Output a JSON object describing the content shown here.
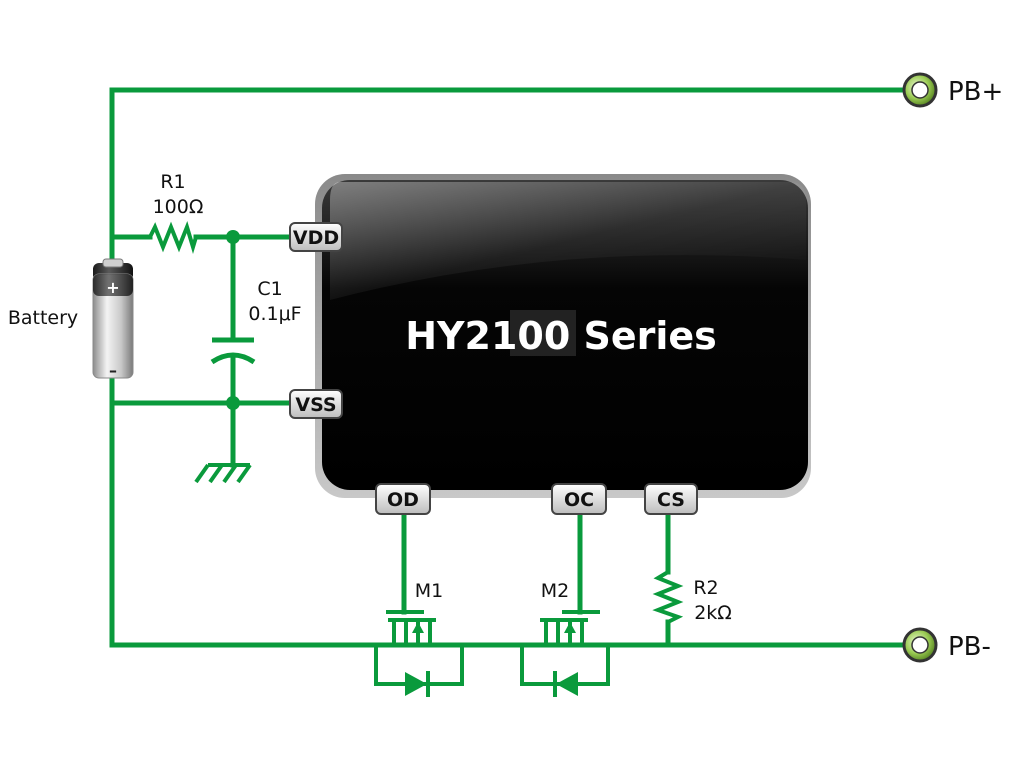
{
  "diagram": {
    "chip": {
      "title": "HY2100 Series"
    },
    "pins": {
      "vdd": "VDD",
      "vss": "VSS",
      "od": "OD",
      "oc": "OC",
      "cs": "CS"
    },
    "terminals": {
      "pb_plus": "PB+",
      "pb_minus": "PB-"
    },
    "battery": {
      "label": "Battery",
      "plus": "+",
      "minus": "–"
    },
    "components": {
      "r1_name": "R1",
      "r1_value": "100Ω",
      "c1_name": "C1",
      "c1_value": "0.1μF",
      "r2_name": "R2",
      "r2_value": "2kΩ",
      "m1_name": "M1",
      "m2_name": "M2"
    },
    "colors": {
      "wire": "#0a9a3c",
      "chip": "#000000",
      "pin_fill": "#e6e6e6"
    }
  }
}
